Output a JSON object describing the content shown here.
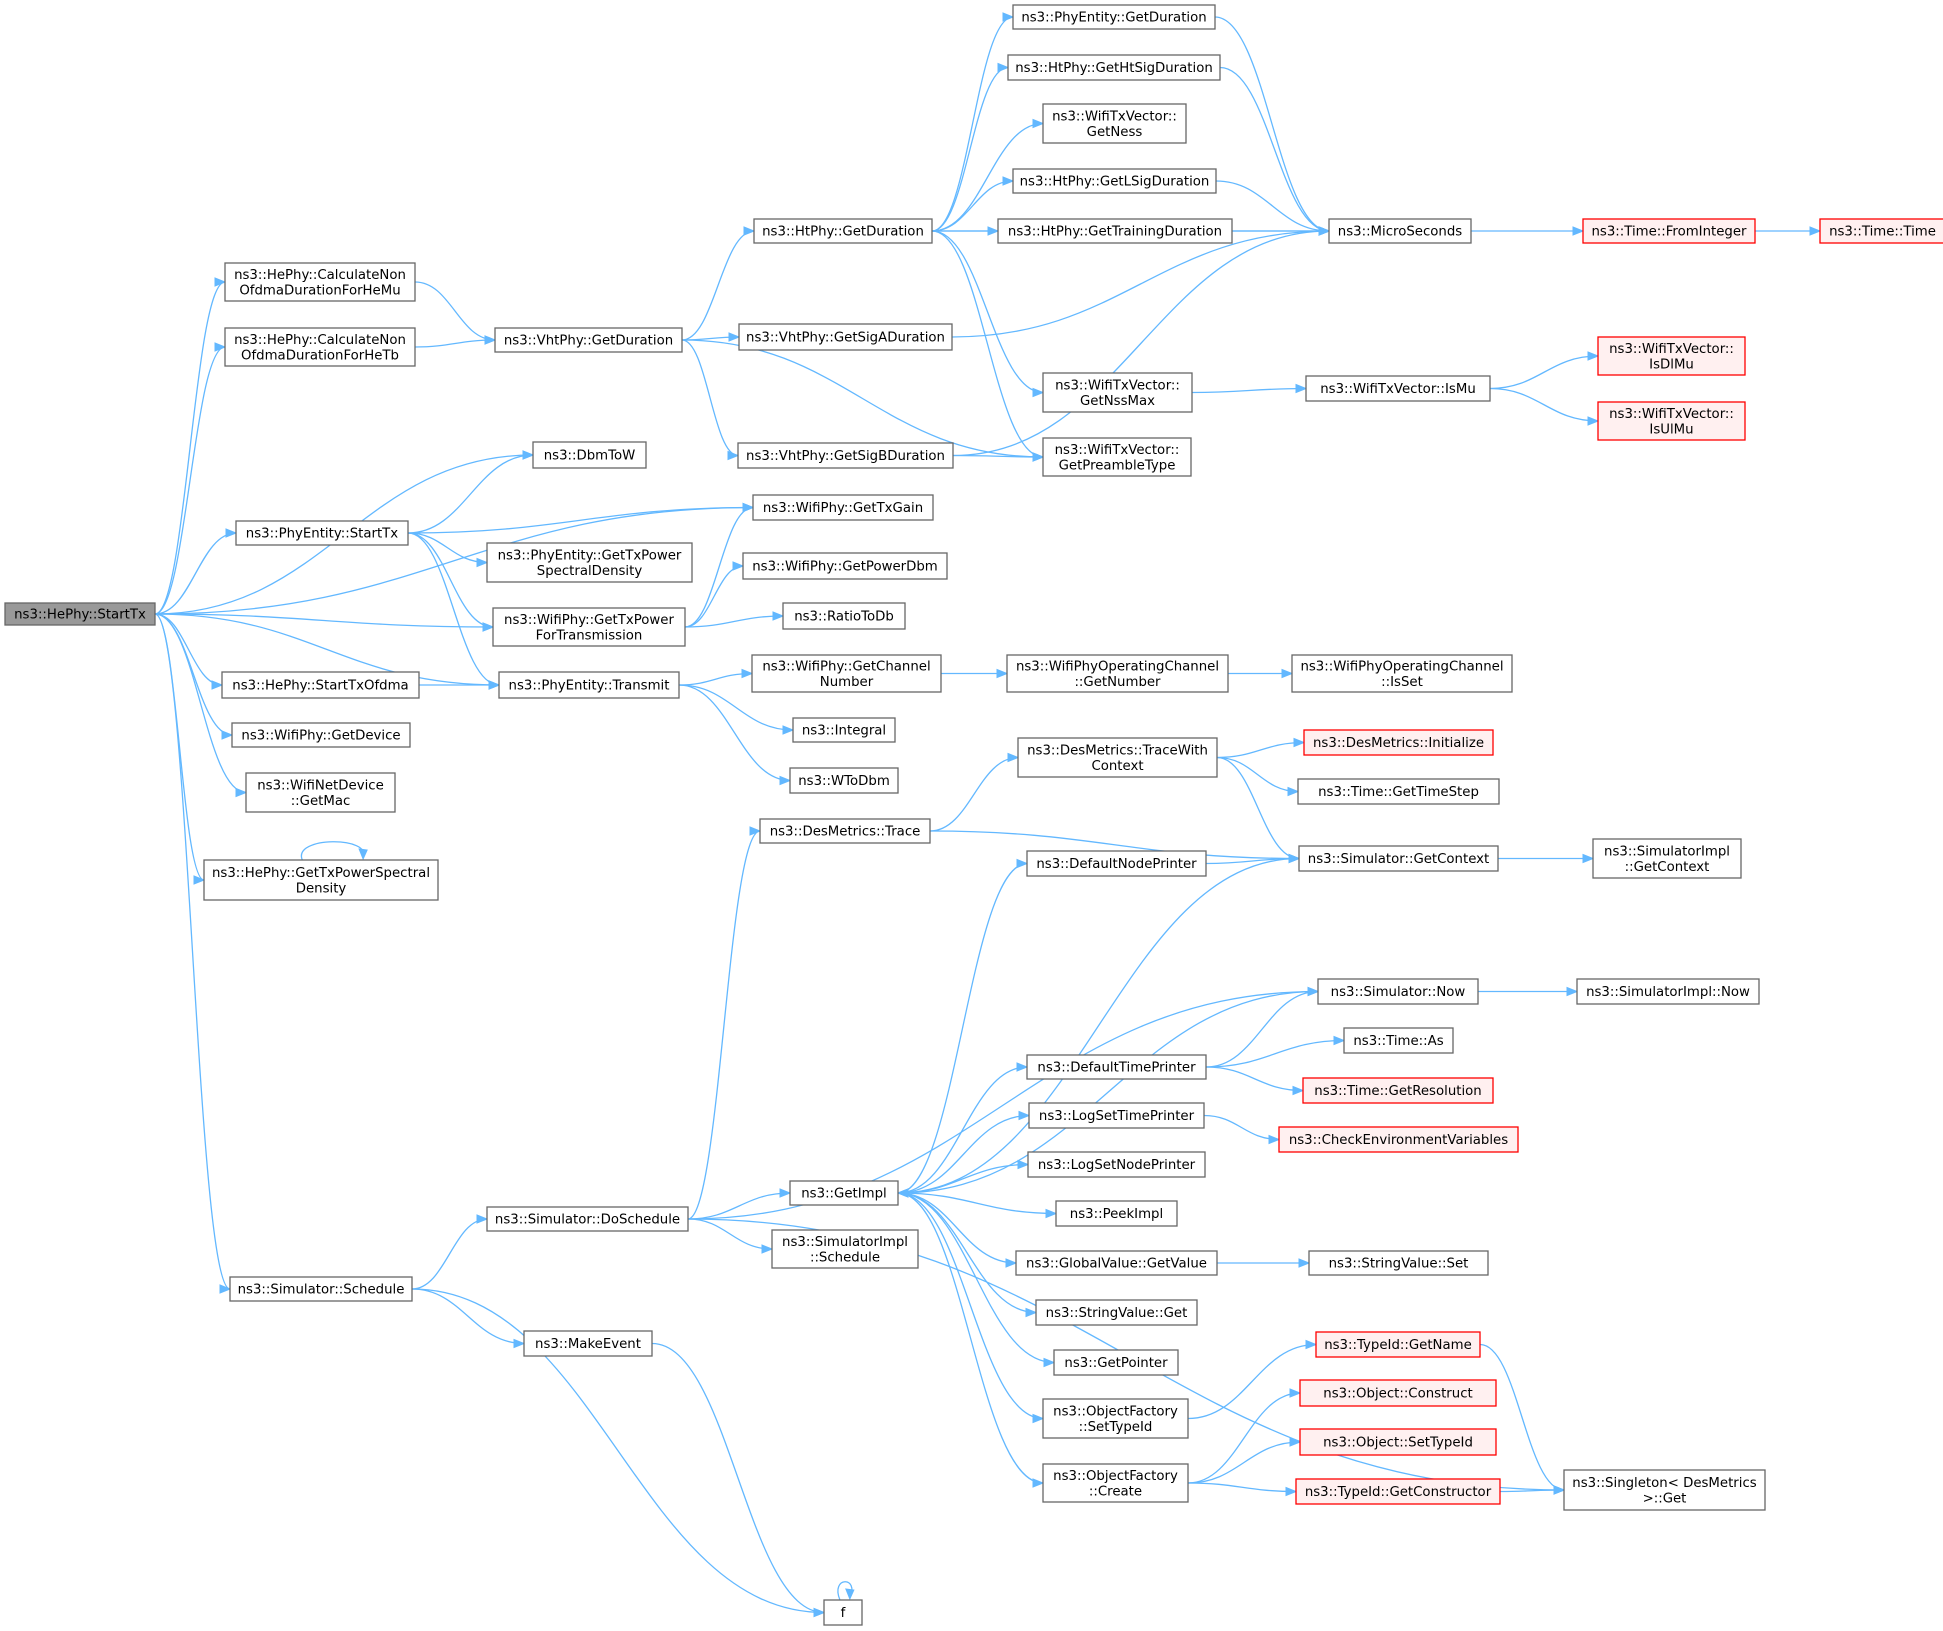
{
  "nodes": [
    {
      "id": "StartTx",
      "lines": [
        "ns3::HePhy::StartTx"
      ],
      "style": "root"
    },
    {
      "id": "CalcHeMu",
      "lines": [
        "ns3::HePhy::CalculateNon",
        "OfdmaDurationForHeMu"
      ]
    },
    {
      "id": "CalcHeTb",
      "lines": [
        "ns3::HePhy::CalculateNon",
        "OfdmaDurationForHeTb"
      ]
    },
    {
      "id": "VhtGetDuration",
      "lines": [
        "ns3::VhtPhy::GetDuration"
      ]
    },
    {
      "id": "HtGetDuration",
      "lines": [
        "ns3::HtPhy::GetDuration"
      ]
    },
    {
      "id": "PhyEntityGetDuration",
      "lines": [
        "ns3::PhyEntity::GetDuration"
      ]
    },
    {
      "id": "HtGetHtSigDuration",
      "lines": [
        "ns3::HtPhy::GetHtSigDuration"
      ]
    },
    {
      "id": "GetNess",
      "lines": [
        "ns3::WifiTxVector::",
        "GetNess"
      ]
    },
    {
      "id": "HtGetLSigDuration",
      "lines": [
        "ns3::HtPhy::GetLSigDuration"
      ]
    },
    {
      "id": "HtGetTrainingDuration",
      "lines": [
        "ns3::HtPhy::GetTrainingDuration"
      ]
    },
    {
      "id": "MicroSeconds",
      "lines": [
        "ns3::MicroSeconds"
      ]
    },
    {
      "id": "TimeFromInteger",
      "lines": [
        "ns3::Time::FromInteger"
      ],
      "style": "red"
    },
    {
      "id": "TimeTime",
      "lines": [
        "ns3::Time::Time"
      ],
      "style": "red"
    },
    {
      "id": "VhtGetSigA",
      "lines": [
        "ns3::VhtPhy::GetSigADuration"
      ]
    },
    {
      "id": "GetNssMax",
      "lines": [
        "ns3::WifiTxVector::",
        "GetNssMax"
      ]
    },
    {
      "id": "IsMu",
      "lines": [
        "ns3::WifiTxVector::IsMu"
      ]
    },
    {
      "id": "IsDlMu",
      "lines": [
        "ns3::WifiTxVector::",
        "IsDlMu"
      ],
      "style": "red"
    },
    {
      "id": "IsUlMu",
      "lines": [
        "ns3::WifiTxVector::",
        "IsUlMu"
      ],
      "style": "red"
    },
    {
      "id": "VhtGetSigB",
      "lines": [
        "ns3::VhtPhy::GetSigBDuration"
      ]
    },
    {
      "id": "GetPreambleType",
      "lines": [
        "ns3::WifiTxVector::",
        "GetPreambleType"
      ]
    },
    {
      "id": "DbmToW",
      "lines": [
        "ns3::DbmToW"
      ]
    },
    {
      "id": "PhyEntityStartTx",
      "lines": [
        "ns3::PhyEntity::StartTx"
      ]
    },
    {
      "id": "GetTxGain",
      "lines": [
        "ns3::WifiPhy::GetTxGain"
      ]
    },
    {
      "id": "PEGetTxPSD",
      "lines": [
        "ns3::PhyEntity::GetTxPower",
        "SpectralDensity"
      ]
    },
    {
      "id": "GetPowerDbm",
      "lines": [
        "ns3::WifiPhy::GetPowerDbm"
      ]
    },
    {
      "id": "GetTxPowerForTx",
      "lines": [
        "ns3::WifiPhy::GetTxPower",
        "ForTransmission"
      ]
    },
    {
      "id": "RatioToDb",
      "lines": [
        "ns3::RatioToDb"
      ]
    },
    {
      "id": "StartTxOfdma",
      "lines": [
        "ns3::HePhy::StartTxOfdma"
      ]
    },
    {
      "id": "Transmit",
      "lines": [
        "ns3::PhyEntity::Transmit"
      ]
    },
    {
      "id": "GetChannelNumber",
      "lines": [
        "ns3::WifiPhy::GetChannel",
        "Number"
      ]
    },
    {
      "id": "OpChanGetNumber",
      "lines": [
        "ns3::WifiPhyOperatingChannel",
        "::GetNumber"
      ]
    },
    {
      "id": "OpChanIsSet",
      "lines": [
        "ns3::WifiPhyOperatingChannel",
        "::IsSet"
      ]
    },
    {
      "id": "GetDevice",
      "lines": [
        "ns3::WifiPhy::GetDevice"
      ]
    },
    {
      "id": "Integral",
      "lines": [
        "ns3::Integral"
      ]
    },
    {
      "id": "GetMac",
      "lines": [
        "ns3::WifiNetDevice",
        "::GetMac"
      ]
    },
    {
      "id": "WToDbm",
      "lines": [
        "ns3::WToDbm"
      ]
    },
    {
      "id": "HeGetTxPSD",
      "lines": [
        "ns3::HePhy::GetTxPowerSpectral",
        "Density"
      ]
    },
    {
      "id": "DesTraceWithContext",
      "lines": [
        "ns3::DesMetrics::TraceWith",
        "Context"
      ]
    },
    {
      "id": "DesInitialize",
      "lines": [
        "ns3::DesMetrics::Initialize"
      ],
      "style": "red"
    },
    {
      "id": "TimeGetTimeStep",
      "lines": [
        "ns3::Time::GetTimeStep"
      ]
    },
    {
      "id": "DesTrace",
      "lines": [
        "ns3::DesMetrics::Trace"
      ]
    },
    {
      "id": "DefaultNodePrinter",
      "lines": [
        "ns3::DefaultNodePrinter"
      ]
    },
    {
      "id": "SimGetContext",
      "lines": [
        "ns3::Simulator::GetContext"
      ]
    },
    {
      "id": "SimImplGetContext",
      "lines": [
        "ns3::SimulatorImpl",
        "::GetContext"
      ]
    },
    {
      "id": "SimNow",
      "lines": [
        "ns3::Simulator::Now"
      ]
    },
    {
      "id": "SimImplNow",
      "lines": [
        "ns3::SimulatorImpl::Now"
      ]
    },
    {
      "id": "DefaultTimePrinter",
      "lines": [
        "ns3::DefaultTimePrinter"
      ]
    },
    {
      "id": "TimeAs",
      "lines": [
        "ns3::Time::As"
      ]
    },
    {
      "id": "TimeGetResolution",
      "lines": [
        "ns3::Time::GetResolution"
      ],
      "style": "red"
    },
    {
      "id": "LogSetTimePrinter",
      "lines": [
        "ns3::LogSetTimePrinter"
      ]
    },
    {
      "id": "CheckEnvVars",
      "lines": [
        "ns3::CheckEnvironmentVariables"
      ],
      "style": "red"
    },
    {
      "id": "LogSetNodePrinter",
      "lines": [
        "ns3::LogSetNodePrinter"
      ]
    },
    {
      "id": "GetImpl",
      "lines": [
        "ns3::GetImpl"
      ]
    },
    {
      "id": "PeekImpl",
      "lines": [
        "ns3::PeekImpl"
      ]
    },
    {
      "id": "SimDoSchedule",
      "lines": [
        "ns3::Simulator::DoSchedule"
      ]
    },
    {
      "id": "SimImplSchedule",
      "lines": [
        "ns3::SimulatorImpl",
        "::Schedule"
      ]
    },
    {
      "id": "GlobalValueGetValue",
      "lines": [
        "ns3::GlobalValue::GetValue"
      ]
    },
    {
      "id": "StringValueSet",
      "lines": [
        "ns3::StringValue::Set"
      ]
    },
    {
      "id": "SimSchedule",
      "lines": [
        "ns3::Simulator::Schedule"
      ]
    },
    {
      "id": "StringValueGet",
      "lines": [
        "ns3::StringValue::Get"
      ]
    },
    {
      "id": "MakeEvent",
      "lines": [
        "ns3::MakeEvent"
      ]
    },
    {
      "id": "TypeIdGetName",
      "lines": [
        "ns3::TypeId::GetName"
      ],
      "style": "red"
    },
    {
      "id": "GetPointer",
      "lines": [
        "ns3::GetPointer"
      ]
    },
    {
      "id": "ObjectConstruct",
      "lines": [
        "ns3::Object::Construct"
      ],
      "style": "red"
    },
    {
      "id": "OFSetTypeId",
      "lines": [
        "ns3::ObjectFactory",
        "::SetTypeId"
      ]
    },
    {
      "id": "ObjectSetTypeId",
      "lines": [
        "ns3::Object::SetTypeId"
      ],
      "style": "red"
    },
    {
      "id": "OFCreate",
      "lines": [
        "ns3::ObjectFactory",
        "::Create"
      ]
    },
    {
      "id": "TypeIdGetConstructor",
      "lines": [
        "ns3::TypeId::GetConstructor"
      ],
      "style": "red"
    },
    {
      "id": "SingletonGet",
      "lines": [
        "ns3::Singleton< DesMetrics",
        ">::Get"
      ]
    },
    {
      "id": "f",
      "lines": [
        "f"
      ]
    }
  ],
  "edges": [
    [
      "StartTx",
      "CalcHeMu"
    ],
    [
      "StartTx",
      "CalcHeTb"
    ],
    [
      "StartTx",
      "GetTxGain"
    ],
    [
      "StartTx",
      "DbmToW"
    ],
    [
      "StartTx",
      "PhyEntityStartTx"
    ],
    [
      "StartTx",
      "GetTxPowerForTx"
    ],
    [
      "StartTx",
      "Transmit"
    ],
    [
      "StartTx",
      "StartTxOfdma"
    ],
    [
      "StartTx",
      "GetDevice"
    ],
    [
      "StartTx",
      "GetMac"
    ],
    [
      "StartTx",
      "HeGetTxPSD"
    ],
    [
      "StartTx",
      "SimSchedule"
    ],
    [
      "CalcHeMu",
      "VhtGetDuration"
    ],
    [
      "CalcHeTb",
      "VhtGetDuration"
    ],
    [
      "VhtGetDuration",
      "HtGetDuration"
    ],
    [
      "VhtGetDuration",
      "VhtGetSigA"
    ],
    [
      "VhtGetDuration",
      "VhtGetSigB"
    ],
    [
      "VhtGetDuration",
      "GetPreambleType"
    ],
    [
      "HtGetDuration",
      "PhyEntityGetDuration"
    ],
    [
      "HtGetDuration",
      "HtGetHtSigDuration"
    ],
    [
      "HtGetDuration",
      "GetNess"
    ],
    [
      "HtGetDuration",
      "HtGetLSigDuration"
    ],
    [
      "HtGetDuration",
      "HtGetTrainingDuration"
    ],
    [
      "HtGetDuration",
      "MicroSeconds"
    ],
    [
      "HtGetDuration",
      "GetNssMax"
    ],
    [
      "HtGetDuration",
      "GetPreambleType"
    ],
    [
      "PhyEntityGetDuration",
      "MicroSeconds"
    ],
    [
      "HtGetHtSigDuration",
      "MicroSeconds"
    ],
    [
      "HtGetLSigDuration",
      "MicroSeconds"
    ],
    [
      "HtGetTrainingDuration",
      "MicroSeconds"
    ],
    [
      "MicroSeconds",
      "TimeFromInteger"
    ],
    [
      "TimeFromInteger",
      "TimeTime"
    ],
    [
      "VhtGetSigA",
      "MicroSeconds"
    ],
    [
      "VhtGetSigB",
      "GetPreambleType"
    ],
    [
      "VhtGetSigB",
      "MicroSeconds"
    ],
    [
      "GetNssMax",
      "IsMu"
    ],
    [
      "IsMu",
      "IsDlMu"
    ],
    [
      "IsMu",
      "IsUlMu"
    ],
    [
      "PhyEntityStartTx",
      "DbmToW"
    ],
    [
      "PhyEntityStartTx",
      "GetTxGain"
    ],
    [
      "PhyEntityStartTx",
      "PEGetTxPSD"
    ],
    [
      "PhyEntityStartTx",
      "GetTxPowerForTx"
    ],
    [
      "PhyEntityStartTx",
      "Transmit"
    ],
    [
      "GetTxPowerForTx",
      "GetTxGain"
    ],
    [
      "GetTxPowerForTx",
      "GetPowerDbm"
    ],
    [
      "GetTxPowerForTx",
      "RatioToDb"
    ],
    [
      "StartTxOfdma",
      "Transmit"
    ],
    [
      "Transmit",
      "GetChannelNumber"
    ],
    [
      "Transmit",
      "Integral"
    ],
    [
      "Transmit",
      "WToDbm"
    ],
    [
      "GetChannelNumber",
      "OpChanGetNumber"
    ],
    [
      "OpChanGetNumber",
      "OpChanIsSet"
    ],
    [
      "HeGetTxPSD",
      "HeGetTxPSD"
    ],
    [
      "SimSchedule",
      "SimDoSchedule"
    ],
    [
      "SimSchedule",
      "MakeEvent"
    ],
    [
      "SimSchedule",
      "f"
    ],
    [
      "MakeEvent",
      "f"
    ],
    [
      "f",
      "f"
    ],
    [
      "SimDoSchedule",
      "DesTrace"
    ],
    [
      "SimDoSchedule",
      "SimNow"
    ],
    [
      "SimDoSchedule",
      "GetImpl"
    ],
    [
      "SimDoSchedule",
      "SimImplSchedule"
    ],
    [
      "SimDoSchedule",
      "SingletonGet"
    ],
    [
      "DesTrace",
      "DesTraceWithContext"
    ],
    [
      "DesTrace",
      "SimGetContext"
    ],
    [
      "DesTraceWithContext",
      "DesInitialize"
    ],
    [
      "DesTraceWithContext",
      "TimeGetTimeStep"
    ],
    [
      "DesTraceWithContext",
      "SimGetContext"
    ],
    [
      "DefaultNodePrinter",
      "SimGetContext"
    ],
    [
      "SimGetContext",
      "SimImplGetContext"
    ],
    [
      "SimGetContext",
      "GetImpl"
    ],
    [
      "SimNow",
      "SimImplNow"
    ],
    [
      "SimNow",
      "GetImpl"
    ],
    [
      "DefaultTimePrinter",
      "SimNow"
    ],
    [
      "DefaultTimePrinter",
      "TimeAs"
    ],
    [
      "DefaultTimePrinter",
      "TimeGetResolution"
    ],
    [
      "LogSetTimePrinter",
      "CheckEnvVars"
    ],
    [
      "GetImpl",
      "DefaultNodePrinter"
    ],
    [
      "GetImpl",
      "DefaultTimePrinter"
    ],
    [
      "GetImpl",
      "LogSetTimePrinter"
    ],
    [
      "GetImpl",
      "LogSetNodePrinter"
    ],
    [
      "GetImpl",
      "PeekImpl"
    ],
    [
      "GetImpl",
      "GlobalValueGetValue"
    ],
    [
      "GetImpl",
      "StringValueGet"
    ],
    [
      "GetImpl",
      "GetPointer"
    ],
    [
      "GetImpl",
      "OFSetTypeId"
    ],
    [
      "GetImpl",
      "OFCreate"
    ],
    [
      "GlobalValueGetValue",
      "StringValueSet"
    ],
    [
      "OFSetTypeId",
      "TypeIdGetName"
    ],
    [
      "TypeIdGetName",
      "SingletonGet"
    ],
    [
      "OFCreate",
      "ObjectConstruct"
    ],
    [
      "OFCreate",
      "ObjectSetTypeId"
    ],
    [
      "OFCreate",
      "TypeIdGetConstructor"
    ],
    [
      "TypeIdGetConstructor",
      "SingletonGet"
    ]
  ]
}
